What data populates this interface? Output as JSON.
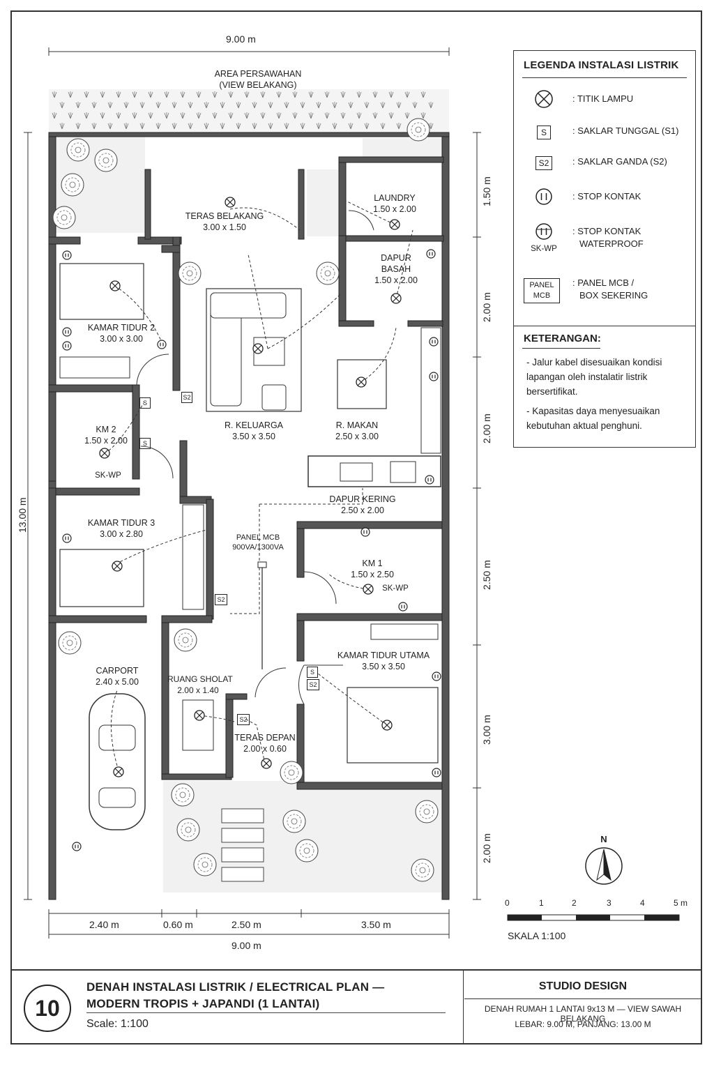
{
  "plan": {
    "top_width": "9.00 m",
    "area_label_1": "AREA PERSAWAHAN",
    "area_label_2": "(VIEW BELAKANG)",
    "total_depth": "13.00 m",
    "right_dims": [
      "1.50 m",
      "2.00 m",
      "2.00 m",
      "2.50 m",
      "3.00 m",
      "2.00 m"
    ],
    "bottom_dims": [
      "2.40 m",
      "0.60 m",
      "2.50 m",
      "3.50 m"
    ],
    "bottom_total": "9.00 m",
    "rooms": [
      {
        "name": "TERAS BELAKANG",
        "size": "3.00 x 1.50"
      },
      {
        "name": "LAUNDRY",
        "size": "1.50 x 2.00"
      },
      {
        "name": "DAPUR",
        "name2": "BASAH",
        "size": "1.50 x 2.00"
      },
      {
        "name": "KAMAR TIDUR 2",
        "size": "3.00 x 3.00"
      },
      {
        "name": "KM 2",
        "size": "1.50 x 2.00"
      },
      {
        "name": "R. KELUARGA",
        "size": "3.50 x 3.50"
      },
      {
        "name": "R. MAKAN",
        "size": "2.50 x 3.00"
      },
      {
        "name": "DAPUR KERING",
        "size": "2.50 x 2.00"
      },
      {
        "name": "KAMAR TIDUR 3",
        "size": "3.00 x 2.80"
      },
      {
        "name": "KM 1",
        "size": "1.50 x 2.50"
      },
      {
        "name": "CARPORT",
        "size": "2.40 x 5.00"
      },
      {
        "name": "RUANG SHOLAT",
        "size": "2.00 x 1.40"
      },
      {
        "name": "TERAS DEPAN",
        "size": "2.00 x 0.60"
      },
      {
        "name": "KAMAR TIDUR UTAMA",
        "size": "3.50 x 3.50"
      }
    ],
    "panel_label": "PANEL MCB",
    "panel_rating": "900VA/1300VA",
    "switch_single": "S",
    "switch_double": "S2",
    "waterproof": "SK-WP"
  },
  "legend": {
    "title": "LEGENDA INSTALASI LISTRIK",
    "items": [
      {
        "label": ": TITIK LAMPU"
      },
      {
        "label": ": SAKLAR TUNGGAL (S1)",
        "symbol": "S"
      },
      {
        "label": ": SAKLAR GANDA (S2)",
        "symbol": "S2"
      },
      {
        "label": ": STOP KONTAK"
      },
      {
        "label": ": STOP KONTAK",
        "label2": "WATERPROOF",
        "symbol": "SK-WP"
      },
      {
        "label": ": PANEL MCB /",
        "label2": "BOX SEKERING",
        "symbol": "PANEL",
        "symbol2": "MCB"
      }
    ],
    "notes_title": "KETERANGAN:",
    "notes": [
      "- Jalur kabel disesuaikan kondisi lapangan oleh instalatir listrik bersertifikat.",
      "- Kapasitas daya menyesuaikan kebutuhan aktual penghuni."
    ]
  },
  "north": "N",
  "scale_bar": {
    "ticks": [
      "0",
      "1",
      "2",
      "3",
      "4",
      "5 m"
    ],
    "label": "SKALA 1:100"
  },
  "title_block": {
    "number": "10",
    "line1": "DENAH INSTALASI LISTRIK / ELECTRICAL PLAN —",
    "line2": "MODERN TROPIS + JAPANDI (1 LANTAI)",
    "scale": "Scale:  1:100",
    "studio": "STUDIO DESIGN",
    "sub1": "DENAH RUMAH 1 LANTAI 9x13 M — VIEW SAWAH BELAKANG",
    "sub2": "LEBAR: 9.00 M, PANJANG: 13.00 M"
  }
}
